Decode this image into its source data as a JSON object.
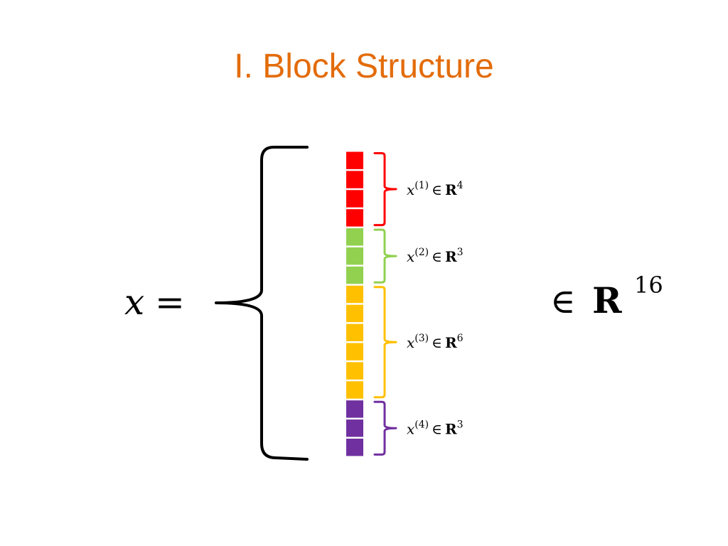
{
  "title": "I. Block Structure",
  "lhs": {
    "variable": "x",
    "equals": "="
  },
  "rhs": {
    "element_of": "∈",
    "space": "R",
    "dimension": "16"
  },
  "blocks": [
    {
      "superscript": "(1)",
      "space": "R",
      "dim": "4",
      "size": 4,
      "color": "#ff0000"
    },
    {
      "superscript": "(2)",
      "space": "R",
      "dim": "3",
      "size": 3,
      "color": "#92d050"
    },
    {
      "superscript": "(3)",
      "space": "R",
      "dim": "6",
      "size": 6,
      "color": "#ffc000"
    },
    {
      "superscript": "(4)",
      "space": "R",
      "dim": "3",
      "size": 3,
      "color": "#7030a0"
    }
  ],
  "block_var": "x",
  "block_in": "∈",
  "colors": {
    "title": "#e36c0a",
    "brace": "#000000"
  }
}
